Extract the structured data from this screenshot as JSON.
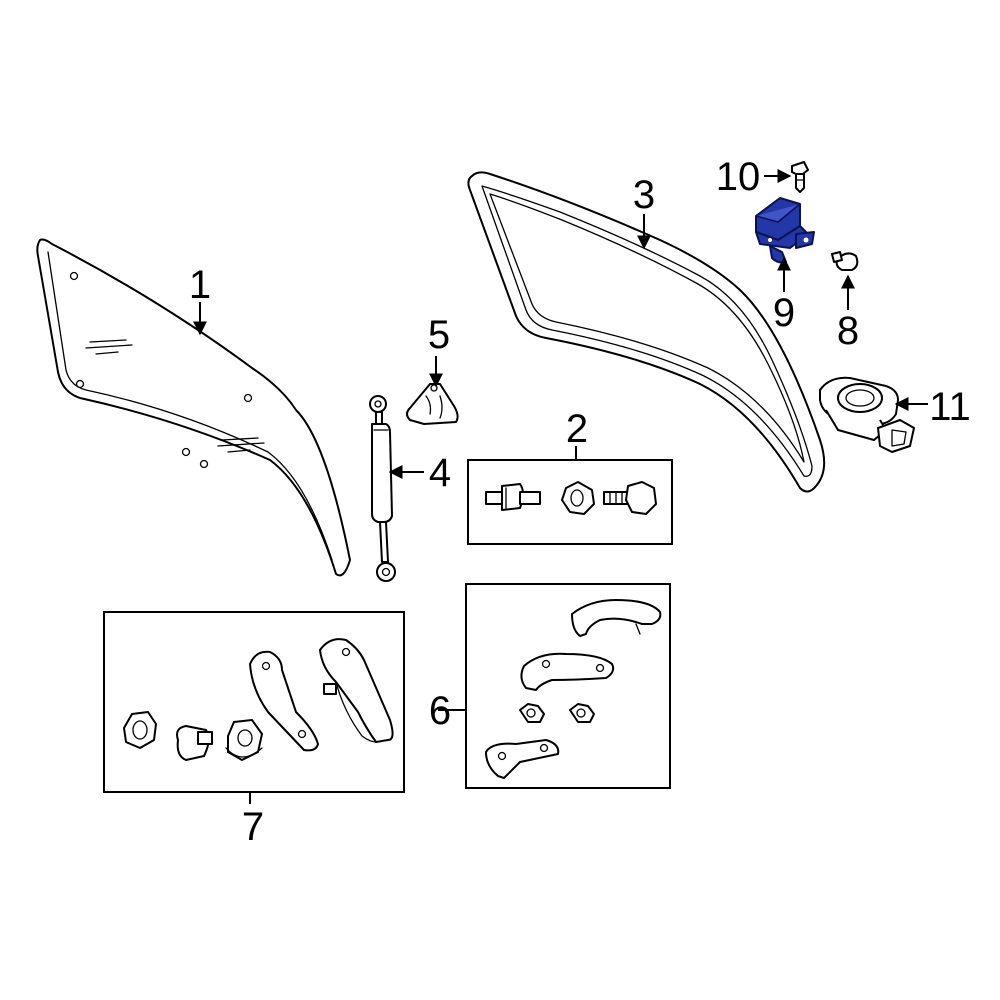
{
  "callouts": [
    {
      "id": "1",
      "label": "1"
    },
    {
      "id": "2",
      "label": "2"
    },
    {
      "id": "3",
      "label": "3"
    },
    {
      "id": "4",
      "label": "4"
    },
    {
      "id": "5",
      "label": "5"
    },
    {
      "id": "6",
      "label": "6"
    },
    {
      "id": "7",
      "label": "7"
    },
    {
      "id": "8",
      "label": "8"
    },
    {
      "id": "9",
      "label": "9"
    },
    {
      "id": "10",
      "label": "10"
    },
    {
      "id": "11",
      "label": "11"
    }
  ],
  "highlight": {
    "part": "9",
    "color": "#2437a8"
  }
}
